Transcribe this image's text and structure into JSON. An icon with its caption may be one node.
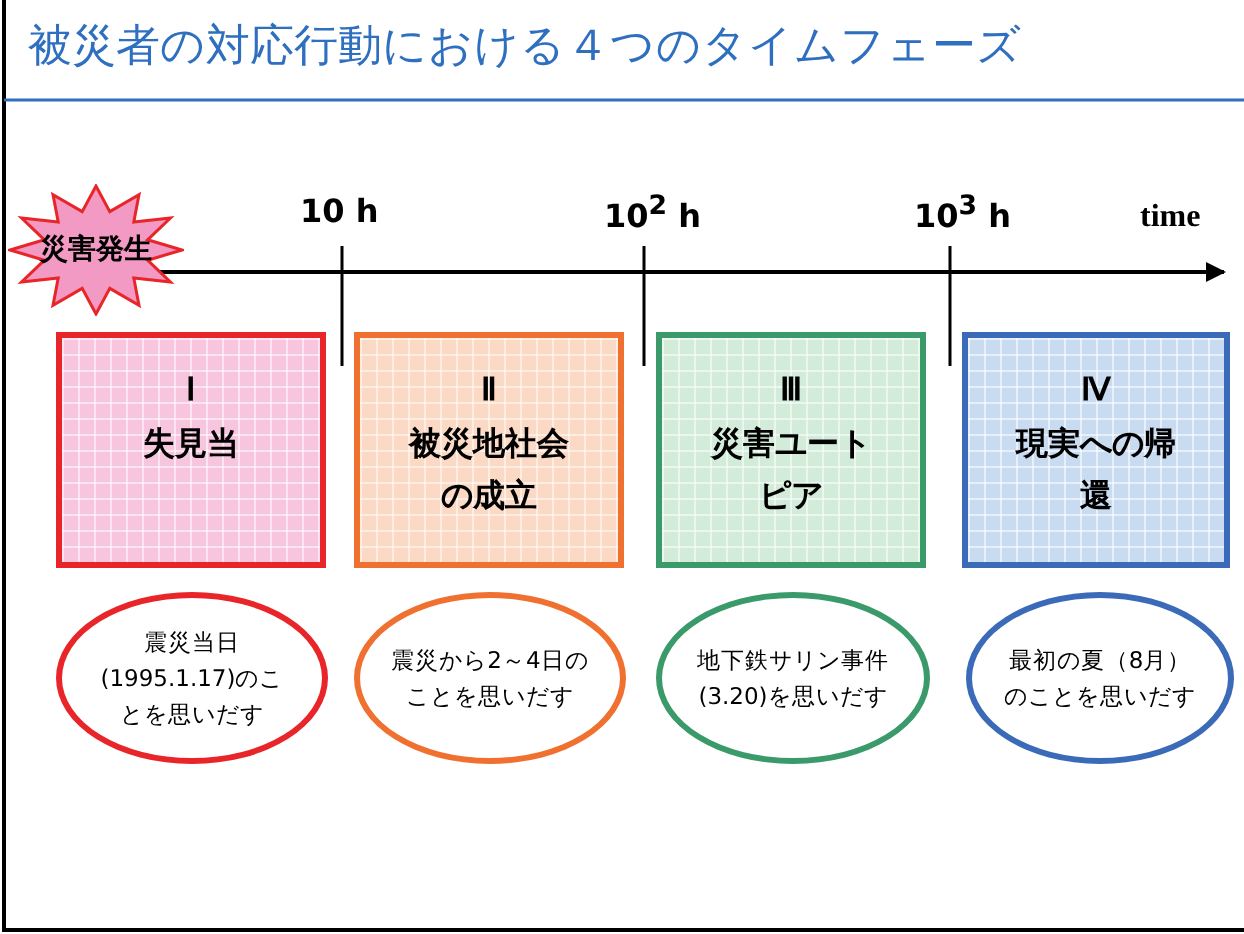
{
  "diagram": {
    "title": "被災者の対応行動における４つのタイムフェーズ",
    "nodes": [
      {
        "text": [
          "災害発生"
        ]
      },
      {
        "text": [
          "Ⅰ",
          "失見当"
        ]
      },
      {
        "text": [
          "Ⅱ",
          "被災地社会の成立"
        ]
      },
      {
        "text": [
          "Ⅲ",
          "災害ユートピア"
        ]
      },
      {
        "text": [
          "Ⅳ",
          "現実への帰還"
        ]
      },
      {
        "text": [
          "震災当日(1995.1.17)のことを思いだす"
        ]
      },
      {
        "text": [
          "震災から2～4日のことを思いだす"
        ]
      },
      {
        "text": [
          "地下鉄サリン事件(3.20)を思いだす"
        ]
      },
      {
        "text": [
          "最初の夏（8月）のことを思いだす"
        ]
      }
    ],
    "edges": [],
    "labels": [
      "10 h",
      "10$^{2}$ h",
      "10$^{3}$ h",
      "time"
    ]
  }
}
